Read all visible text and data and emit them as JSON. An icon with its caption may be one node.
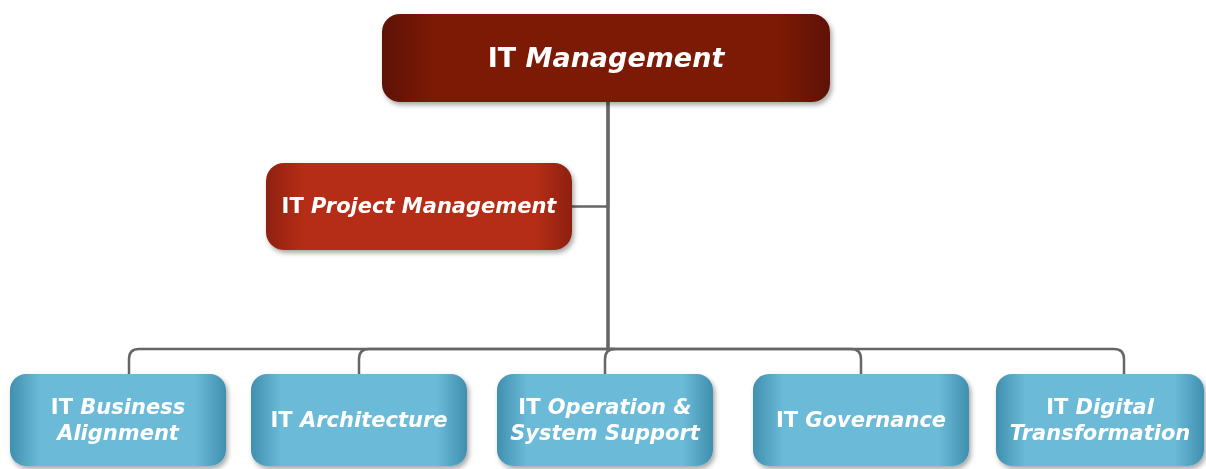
{
  "diagram": {
    "nodes": [
      {
        "text": [
          "IT *Management*"
        ]
      },
      {
        "text": [
          "IT *Project Management*"
        ]
      },
      {
        "text": [
          "IT *Business Alignment*"
        ]
      },
      {
        "text": [
          "IT *Architecture*"
        ]
      },
      {
        "text": [
          "IT *Operation & System Support*"
        ]
      },
      {
        "text": [
          "IT *Governance*"
        ]
      },
      {
        "text": [
          "IT *Digital Transformation*"
        ]
      }
    ],
    "edges": [
      {
        "from": 0,
        "to": 1,
        "arrow": "none"
      },
      {
        "from": 0,
        "to": 2,
        "arrow": "none"
      },
      {
        "from": 0,
        "to": 3,
        "arrow": "none"
      },
      {
        "from": 0,
        "to": 4,
        "arrow": "none"
      },
      {
        "from": 0,
        "to": 5,
        "arrow": "none"
      },
      {
        "from": 0,
        "to": 6,
        "arrow": "none"
      }
    ]
  }
}
